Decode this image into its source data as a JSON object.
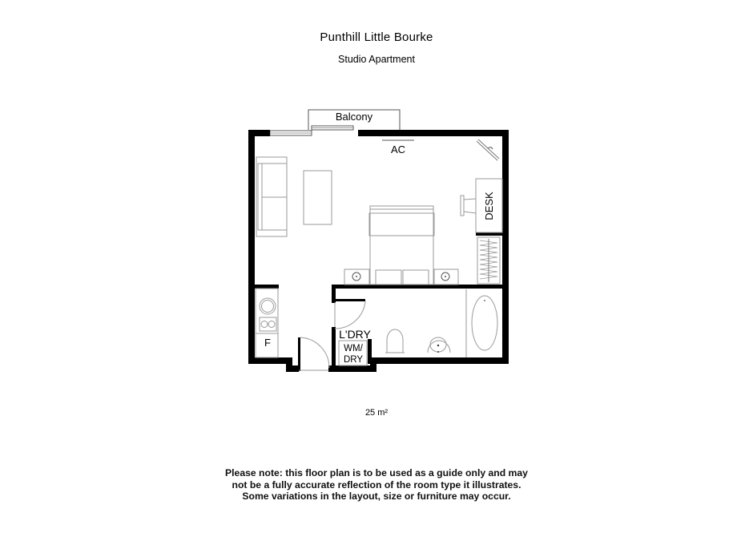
{
  "header": {
    "title": "Punthill Little Bourke",
    "subtitle": "Studio Apartment"
  },
  "plan": {
    "labels": {
      "balcony": "Balcony",
      "ac": "AC",
      "desk": "DESK",
      "laundry": "L'DRY",
      "washer_line1": "WM/",
      "washer_line2": "DRY",
      "fridge": "F"
    },
    "rooms": [
      "Balcony",
      "Living / Bedroom",
      "Kitchenette",
      "Laundry",
      "Bathroom"
    ],
    "fixtures": [
      "sofa",
      "coffee-table",
      "double-bed",
      "bedside-table-left",
      "bedside-table-right",
      "desk",
      "desk-chair",
      "wardrobe",
      "tv",
      "air-conditioner",
      "cooktop",
      "sink",
      "fridge",
      "washer-dryer",
      "toilet",
      "basin",
      "bathtub",
      "entry-door",
      "bathroom-door",
      "sliding-balcony-door"
    ],
    "colors": {
      "wall": "#000000",
      "fixture_line": "#9a9a9a",
      "background": "#ffffff"
    }
  },
  "footer": {
    "area": "25 m²",
    "disclaimer": [
      "Please note: this floor plan is to be used as a guide only and may",
      "not be a fully accurate reflection of the room type it illustrates.",
      "Some variations in the layout, size or furniture may occur."
    ]
  }
}
